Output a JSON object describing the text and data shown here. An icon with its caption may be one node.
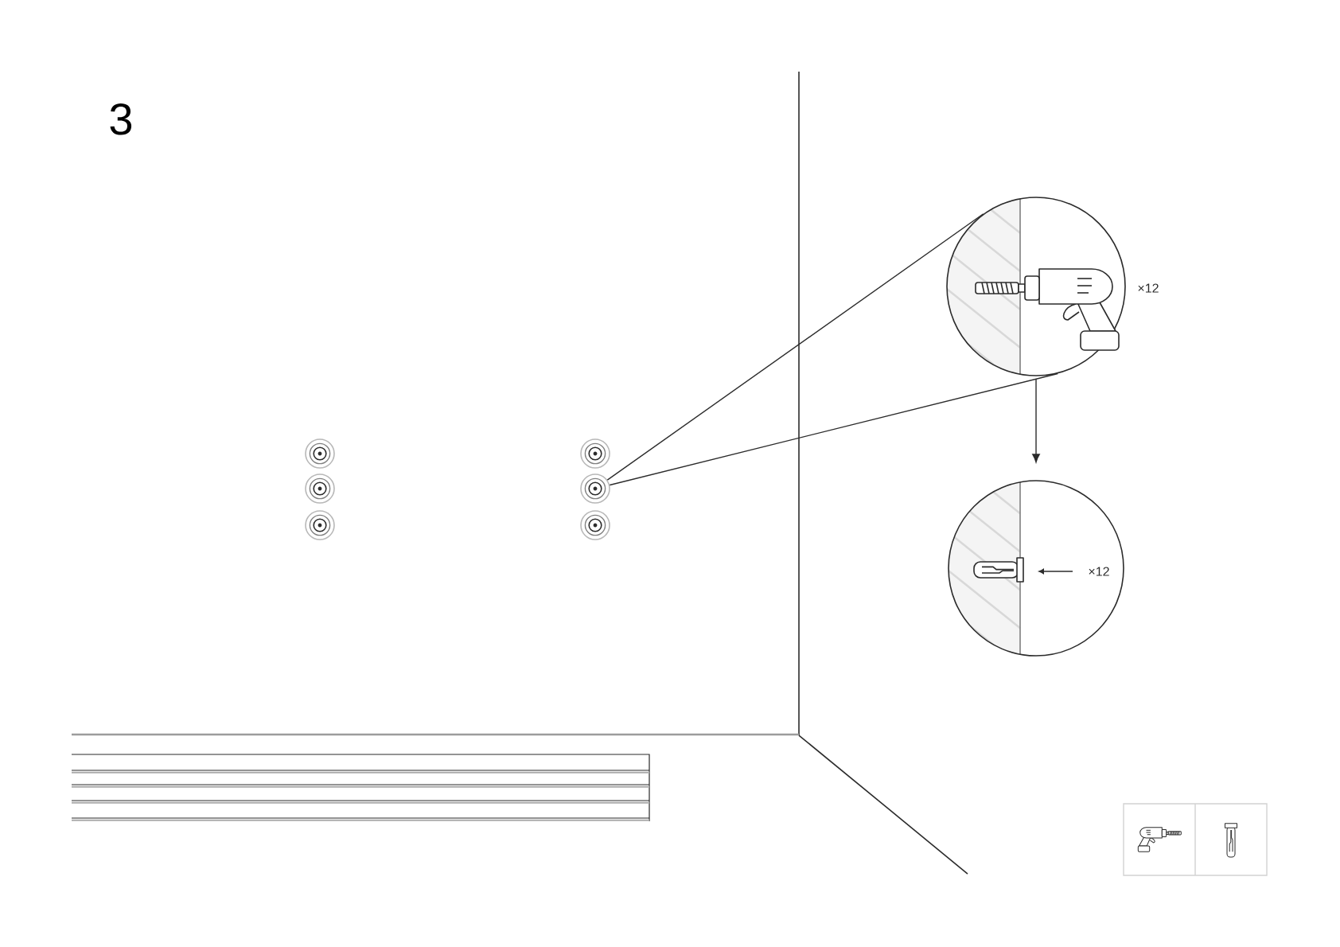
{
  "diagram": {
    "title": "3",
    "nodes": [
      {
        "text": [],
        "shape": "circle",
        "beside": [
          "×12"
        ]
      },
      {
        "text": [
          "×12"
        ]
      },
      {
        "text": [],
        "shape": "circle"
      },
      {
        "text": [],
        "shape": "circle"
      },
      {
        "text": [],
        "shape": "circle"
      },
      {
        "text": [],
        "shape": "circle"
      },
      {
        "text": [],
        "shape": "circle"
      },
      {
        "text": [],
        "shape": "circle"
      }
    ],
    "edges": [
      {
        "from": 5,
        "to": 0,
        "arrow": "none"
      },
      {
        "from": 5,
        "to": 0,
        "arrow": "none"
      },
      {
        "from": 0,
        "to": 1,
        "arrow": "to"
      }
    ]
  }
}
